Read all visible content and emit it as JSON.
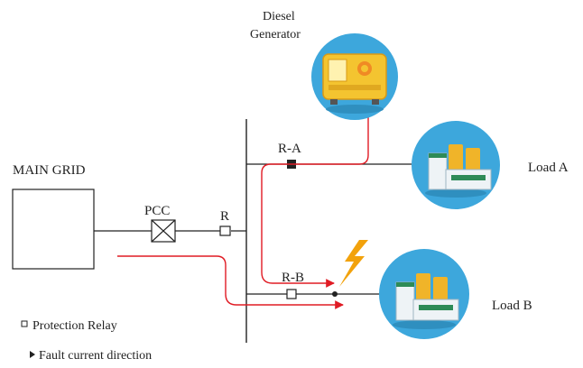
{
  "labels": {
    "diesel_line1": "Diesel",
    "diesel_line2": "Generator",
    "main_grid": "MAIN GRID",
    "pcc": "PCC",
    "relay_r": "R",
    "relay_ra": "R-A",
    "relay_rb": "R-B",
    "load_a": "Load A",
    "load_b": "Load B"
  },
  "legend": {
    "relay": "Protection Relay",
    "fault": "Fault current direction"
  },
  "colors": {
    "line": "#222222",
    "fault": "#e01b24",
    "circle": "#3da7dc",
    "generator": "#f4c430",
    "lightning": "#f2a20c",
    "building": "#eef3f6",
    "building_accent": "#2e8b57",
    "tank": "#f0b429"
  },
  "icons": {
    "generator": "diesel-generator-icon",
    "load_a": "factory-icon",
    "load_b": "factory-icon",
    "fault": "lightning-icon"
  }
}
